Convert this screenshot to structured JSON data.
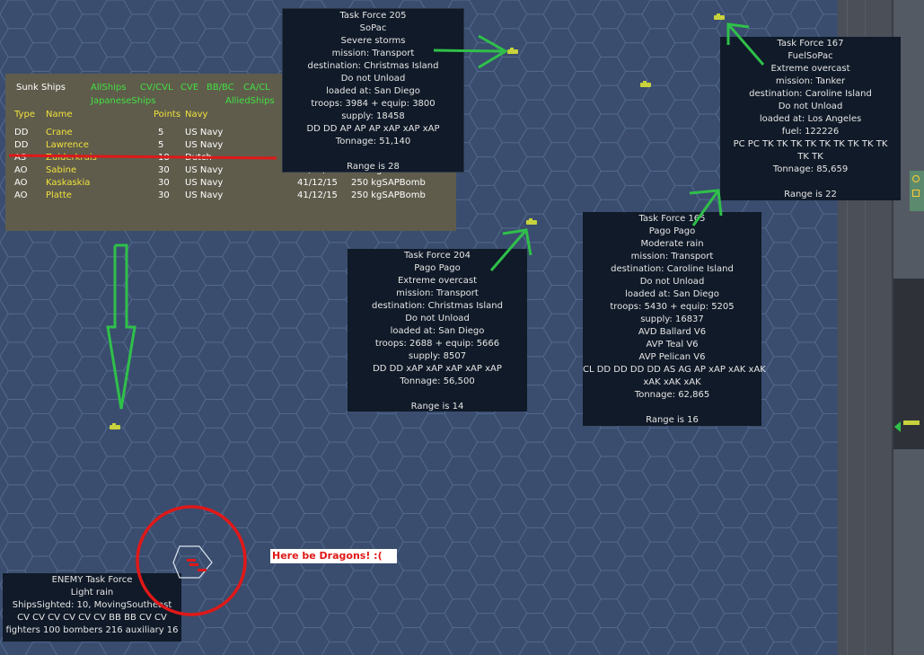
{
  "sunk_panel": {
    "title": "Sunk Ships",
    "filters": [
      "AllShips",
      "CV/CVL",
      "CVE",
      "BB/BC",
      "CA/CL"
    ],
    "filters2": [
      "JapaneseShips",
      "AlliedShips"
    ],
    "headers": [
      "Type",
      "Name",
      "Points",
      "Navy"
    ],
    "rows": [
      {
        "type": "DD",
        "name": "Crane",
        "points": "5",
        "navy": "US Navy",
        "date": "",
        "cause": ""
      },
      {
        "type": "DD",
        "name": "Lawrence",
        "points": "5",
        "navy": "US Navy",
        "date": "",
        "cause": ""
      },
      {
        "type": "AS",
        "name": "Zuiderkruis",
        "points": "18",
        "navy": "Dutch",
        "date": "",
        "cause": ""
      },
      {
        "type": "AO",
        "name": "Sabine",
        "points": "30",
        "navy": "US Navy",
        "date": "41/12/15",
        "cause": "250 kgSAPBomb"
      },
      {
        "type": "AO",
        "name": "Kaskaskia",
        "points": "30",
        "navy": "US Navy",
        "date": "41/12/15",
        "cause": "250 kgSAPBomb"
      },
      {
        "type": "AO",
        "name": "Platte",
        "points": "30",
        "navy": "US Navy",
        "date": "41/12/15",
        "cause": "250 kgSAPBomb"
      }
    ]
  },
  "tf205": {
    "lines": [
      "Task Force 205",
      "SoPac",
      "Severe storms",
      "mission: Transport",
      "destination: Christmas Island",
      "Do not Unload",
      "loaded at: San Diego",
      "troops: 3984 + equip: 3800",
      "supply: 18458",
      "DD DD AP AP AP xAP xAP xAP",
      "Tonnage: 51,140",
      "",
      "Range is 28"
    ]
  },
  "tf167": {
    "lines": [
      "Task Force 167",
      "FuelSoPac",
      "Extreme overcast",
      "mission: Tanker",
      "destination: Caroline Island",
      "Do not Unload",
      "loaded at: Los Angeles",
      "fuel: 122226",
      "PC PC TK TK TK TK TK TK TK TK TK",
      "TK TK",
      "Tonnage: 85,659",
      "",
      "Range is 22"
    ]
  },
  "tf204": {
    "lines": [
      "Task Force 204",
      "Pago Pago",
      "Extreme overcast",
      "mission: Transport",
      "destination: Christmas Island",
      "Do not Unload",
      "loaded at: San Diego",
      "troops: 2688 + equip: 5666",
      "supply: 8507",
      "DD DD xAP xAP xAP xAP xAP",
      "Tonnage: 56,500",
      "",
      "Range is 14"
    ]
  },
  "tf165": {
    "lines": [
      "Task Force 165",
      "Pago Pago",
      "Moderate rain",
      "mission: Transport",
      "destination: Caroline Island",
      "Do not Unload",
      "loaded at: San Diego",
      "troops: 5430 + equip: 5205",
      "supply: 16837",
      "AVD Ballard V6",
      "AVP Teal V6",
      "AVP Pelican V6",
      "CL DD DD DD DD AS AG AP xAP xAK xAK",
      "xAK xAK xAK",
      "Tonnage: 62,865",
      "",
      "Range is 16"
    ]
  },
  "enemy": {
    "lines": [
      "ENEMY Task Force",
      "Light rain",
      "ShipsSighted: 10, MovingSoutheast",
      "CV CV CV CV CV CV BB BB CV CV",
      "fighters 100  bombers 216  auxiliary 16"
    ]
  },
  "dragons_text": "Here be Dragons! :(",
  "colors": {
    "ocean": "#3a4d6e",
    "hex_line": "#52698e",
    "panel": "#101a28",
    "arrow": "#2fc04a",
    "circle": "#e01818",
    "underline": "#e01818",
    "unit_text": "#f0e23c",
    "filter_text": "#42e042"
  }
}
